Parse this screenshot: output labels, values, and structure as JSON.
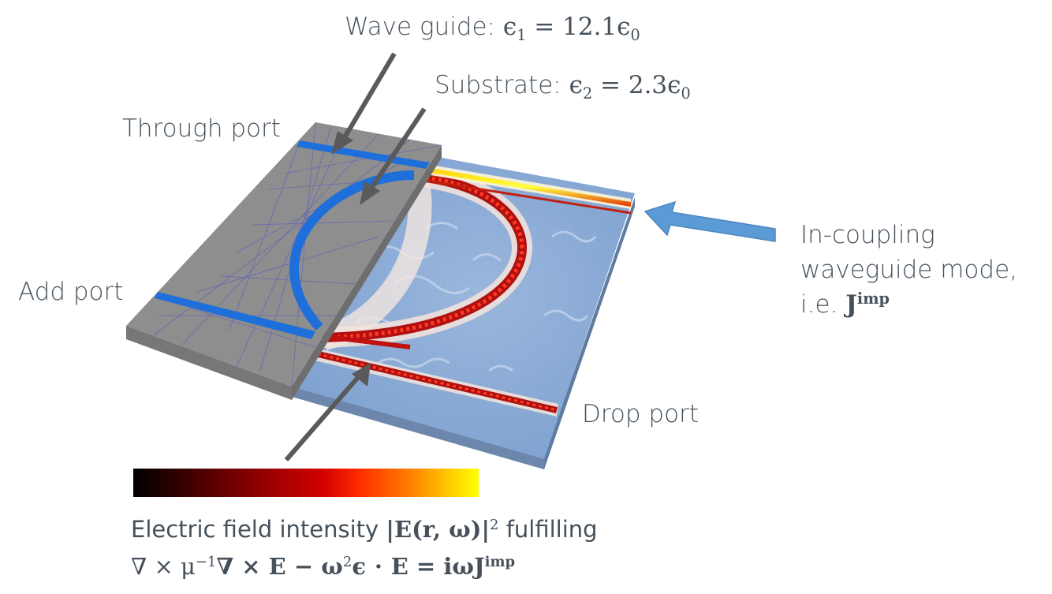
{
  "labels": {
    "waveguide_prefix": "Wave guide: ",
    "waveguide_symbol": "ϵ",
    "waveguide_sub": "1",
    "waveguide_eq": " = 12.1ϵ",
    "waveguide_sub0": "0",
    "substrate_prefix": "Substrate: ",
    "substrate_symbol": "ϵ",
    "substrate_sub": "2",
    "substrate_eq": " = 2.3ϵ",
    "substrate_sub0": "0",
    "through_port": "Through port",
    "add_port": "Add port",
    "drop_port": "Drop port",
    "incoupling_line1": "In-coupling",
    "incoupling_line2": "waveguide mode,",
    "incoupling_line3_prefix": "i.e.  ",
    "incoupling_J": "J",
    "incoupling_imp": "imp"
  },
  "caption": {
    "line1_prefix": "Electric field intensity ",
    "line1_math": "|E(r, ω)|",
    "line1_sup": "2",
    "line1_suffix": " fulfilling",
    "line2_math": "∇ × μ",
    "line2_sup1": "−1",
    "line2_math2": "∇ × E − ω",
    "line2_sup2": "2",
    "line2_math3": "ϵ ⋅ E = iωJ",
    "line2_sup3": "imp"
  },
  "colorbar": {
    "colors": [
      "#000000",
      "#8a0000",
      "#ff2a00",
      "#ff7f00",
      "#ffff00"
    ]
  },
  "colors": {
    "mesh_gray": "#8a8a8a",
    "waveguide_blue": "#1e6fd9",
    "substrate_blue": "#8fb0d8",
    "arrow_gray": "#5a5a5a",
    "arrow_blue": "#5b9bd5"
  }
}
